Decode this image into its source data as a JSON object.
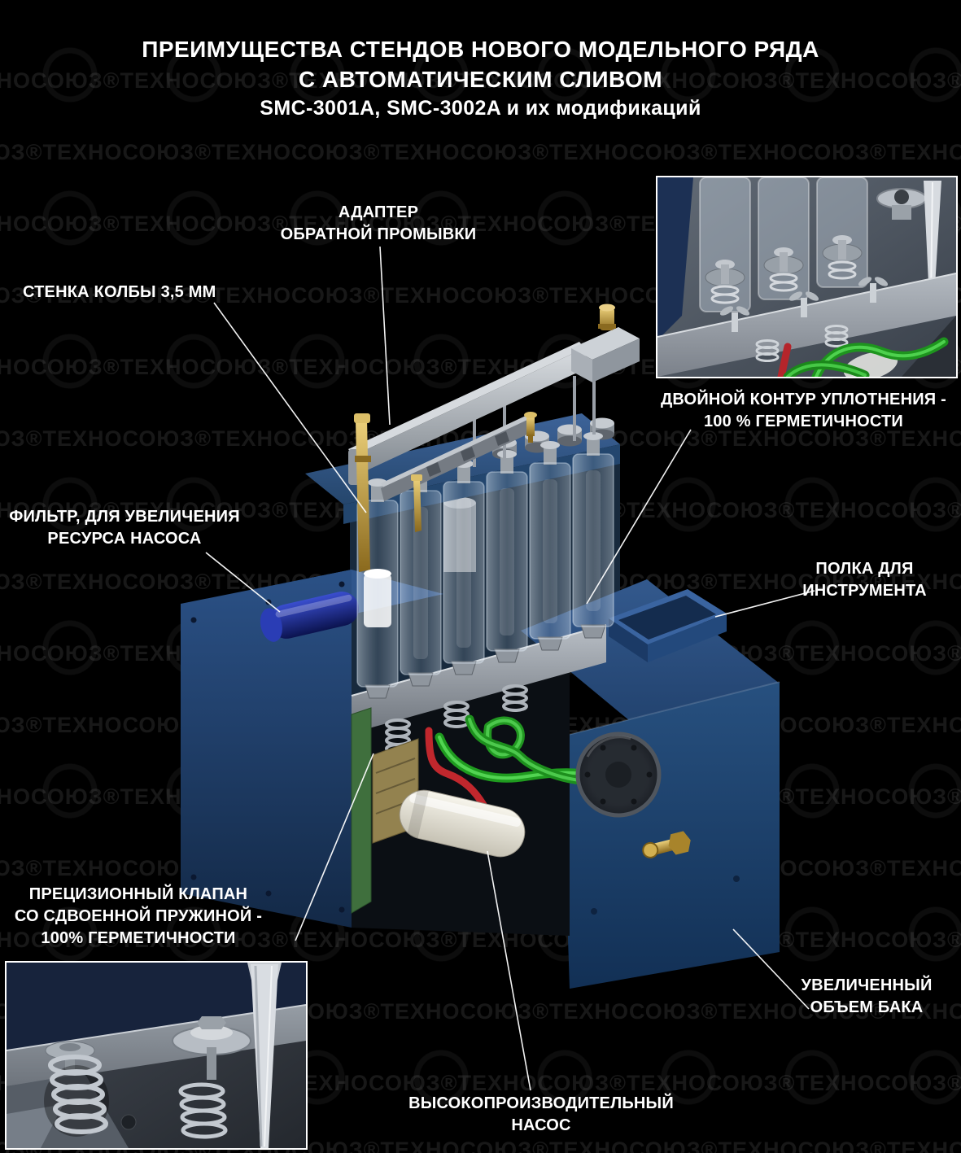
{
  "title": {
    "lines": [
      "ПРЕИМУЩЕСТВА СТЕНДОВ НОВОГО МОДЕЛЬНОГО РЯДА",
      "С АВТОМАТИЧЕСКИМ СЛИВОМ",
      "SMC-3001A, SMC-3002A и их модификаций"
    ]
  },
  "labels": {
    "adapter": {
      "lines": [
        "АДАПТЕР",
        "ОБРАТНОЙ ПРОМЫВКИ"
      ]
    },
    "flask_wall": {
      "lines": [
        "СТЕНКА КОЛБЫ 3,5 ММ"
      ]
    },
    "double_seal": {
      "lines": [
        "ДВОЙНОЙ КОНТУР УПЛОТНЕНИЯ -",
        "100 % ГЕРМЕТИЧНОСТИ"
      ]
    },
    "filter": {
      "lines": [
        "ФИЛЬТР, ДЛЯ УВЕЛИЧЕНИЯ",
        "РЕСУРСА НАСОСА"
      ]
    },
    "shelf": {
      "lines": [
        "ПОЛКА ДЛЯ",
        "ИНСТРУМЕНТА"
      ]
    },
    "precision_valve": {
      "lines": [
        "ПРЕЦИЗИОННЫЙ КЛАПАН",
        "СО СДВОЕННОЙ ПРУЖИНОЙ -",
        "100% ГЕРМЕТИЧНОСТИ"
      ]
    },
    "tank": {
      "lines": [
        "УВЕЛИЧЕННЫЙ",
        "ОБЪЕМ БАКА"
      ]
    },
    "pump": {
      "lines": [
        "ВЫСОКОПРОИЗВОДИТЕЛЬНЫЙ",
        "НАСОС"
      ]
    }
  },
  "watermark": {
    "row": "ТЕХНОСОЮЗ®ТЕХНОСОЮЗ®ТЕХНОСОЮЗ®ТЕХНОСОЮЗ®ТЕХНОСОЮЗ®ТЕХНОСОЮЗ®ТЕХНОСОЮЗ®ТЕХНОСОЮЗ®"
  },
  "colors": {
    "background": "#000000",
    "text": "#ffffff",
    "machine_blue": "#2d5288",
    "hose_green": "#22a022",
    "hose_red": "#c1272d",
    "brass": "#c09a3a",
    "metal_gray": "#9aa1a8",
    "callout_line": "#ffffff"
  }
}
